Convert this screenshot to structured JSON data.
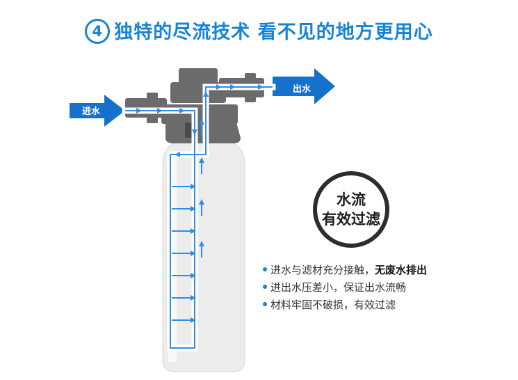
{
  "title": {
    "number": "4",
    "text": "独特的尽流技术 看不见的地方更用心"
  },
  "arrows": {
    "inlet_label": "进水",
    "outlet_label": "出水"
  },
  "badge": {
    "line1": "水流",
    "line2": "有效过滤"
  },
  "features": [
    {
      "text": "进水与滤材充分接触，",
      "emphasis": "无废水排出"
    },
    {
      "text": "进出水压差小，保证出水流畅",
      "emphasis": ""
    },
    {
      "text": "材料牢固不破损，有效过滤",
      "emphasis": ""
    }
  ],
  "colors": {
    "accent": "#1683d6",
    "flow": "#2f8de8",
    "housing": "#6b6b6b",
    "canister": "#ececec"
  }
}
